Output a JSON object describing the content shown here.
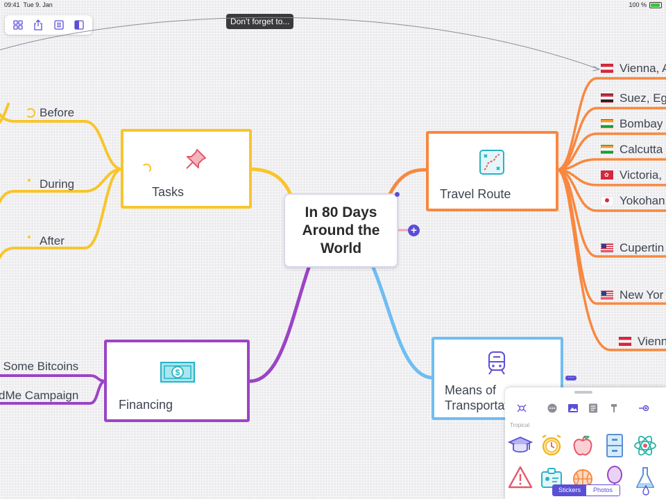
{
  "status_bar": {
    "time": "09:41",
    "date": "Tue 9. Jan",
    "battery": "100 %"
  },
  "toolbar": {
    "buttons": [
      "grid-icon",
      "share-icon",
      "outline-icon",
      "sidebar-icon"
    ]
  },
  "tooltip": "Don’t forget to...",
  "central_topic": {
    "line1": "In 80 Days",
    "line2": "Around the",
    "line3": "World"
  },
  "topics": {
    "tasks": {
      "label": "Tasks",
      "color": "#f8c52b",
      "leaves": [
        "Before",
        "During",
        "After"
      ]
    },
    "financing": {
      "label": "Financing",
      "color": "#9b44c5",
      "leaves": [
        "l Some Bitcoins",
        "dMe Campaign"
      ]
    },
    "travel": {
      "label": "Travel Route",
      "color": "#f8883f",
      "leaves": [
        "Vienna, A",
        "Suez, Eg",
        "Bombay",
        "Calcutta",
        "Victoria,",
        "Yokohan",
        "Cupertin",
        "New Yor",
        "Vienn"
      ]
    },
    "transport": {
      "label_line1": "Means of",
      "label_line2": "Transportat",
      "color": "#6fbdf2"
    }
  },
  "sticker_panel": {
    "section": "Tropical",
    "tabs": [
      "sticker-icon",
      "more-icon",
      "image-icon",
      "notes-icon",
      "tag-icon",
      "link-icon"
    ],
    "stickers": [
      "graduation-cap-icon",
      "alarm-clock-icon",
      "apple-icon",
      "cabinet-icon",
      "atom-icon",
      "warning-icon",
      "id-card-icon",
      "basketball-icon",
      "balloon-icon",
      "flask-icon"
    ],
    "segments": {
      "stickers": "Stickers",
      "photos": "Photos"
    }
  }
}
